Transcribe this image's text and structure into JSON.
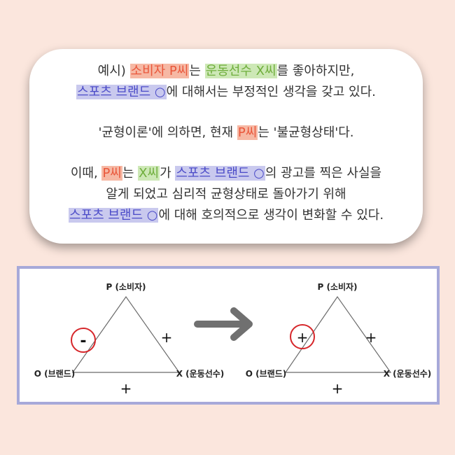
{
  "example": {
    "line1": [
      "예시) ",
      "소비자 P씨",
      "는 ",
      "운동선수 X씨",
      "를 좋아하지만,"
    ],
    "line2": [
      "스포츠 브랜드 ○",
      "에 대해서는 부정적인 생각을 갖고 있다."
    ]
  },
  "theory": {
    "line": [
      "'균형이론'에 의하면, 현재 ",
      "P씨",
      "는 '불균형상태'다."
    ]
  },
  "change": {
    "line1": [
      "이때, ",
      "P씨",
      "는 ",
      "X씨",
      "가 ",
      "스포츠 브랜드 ○",
      "의 광고를 찍은 사실을"
    ],
    "line2": "알게 되었고 심리적 균형상태로 돌아가기 위해",
    "line3": [
      "스포츠 브랜드 ○",
      "에 대해 호의적으로 생각이 변화할 수 있다."
    ]
  },
  "diagram": {
    "left": {
      "top_label": "P (소비자)",
      "left_label": "O (브랜드)",
      "right_label": "X (운동선수)",
      "left_edge_sign": "-",
      "right_edge_sign": "+",
      "bottom_edge_sign": "+"
    },
    "arrow": "right-arrow-icon",
    "right": {
      "top_label": "P (소비자)",
      "left_label": "O (브랜드)",
      "right_label": "X (운동선수)",
      "left_edge_sign": "+",
      "right_edge_sign": "+",
      "bottom_edge_sign": "+"
    }
  },
  "colors": {
    "background": "#fbe6dd",
    "orange_highlight": "#f6b8a4",
    "orange_text": "#e9573b",
    "green_highlight": "#cde8b6",
    "green_text": "#6fae3c",
    "blue_highlight": "#c9c9ee",
    "blue_text": "#4b4bc8",
    "frame": "#a7a9d9",
    "circle": "#d6262a"
  }
}
